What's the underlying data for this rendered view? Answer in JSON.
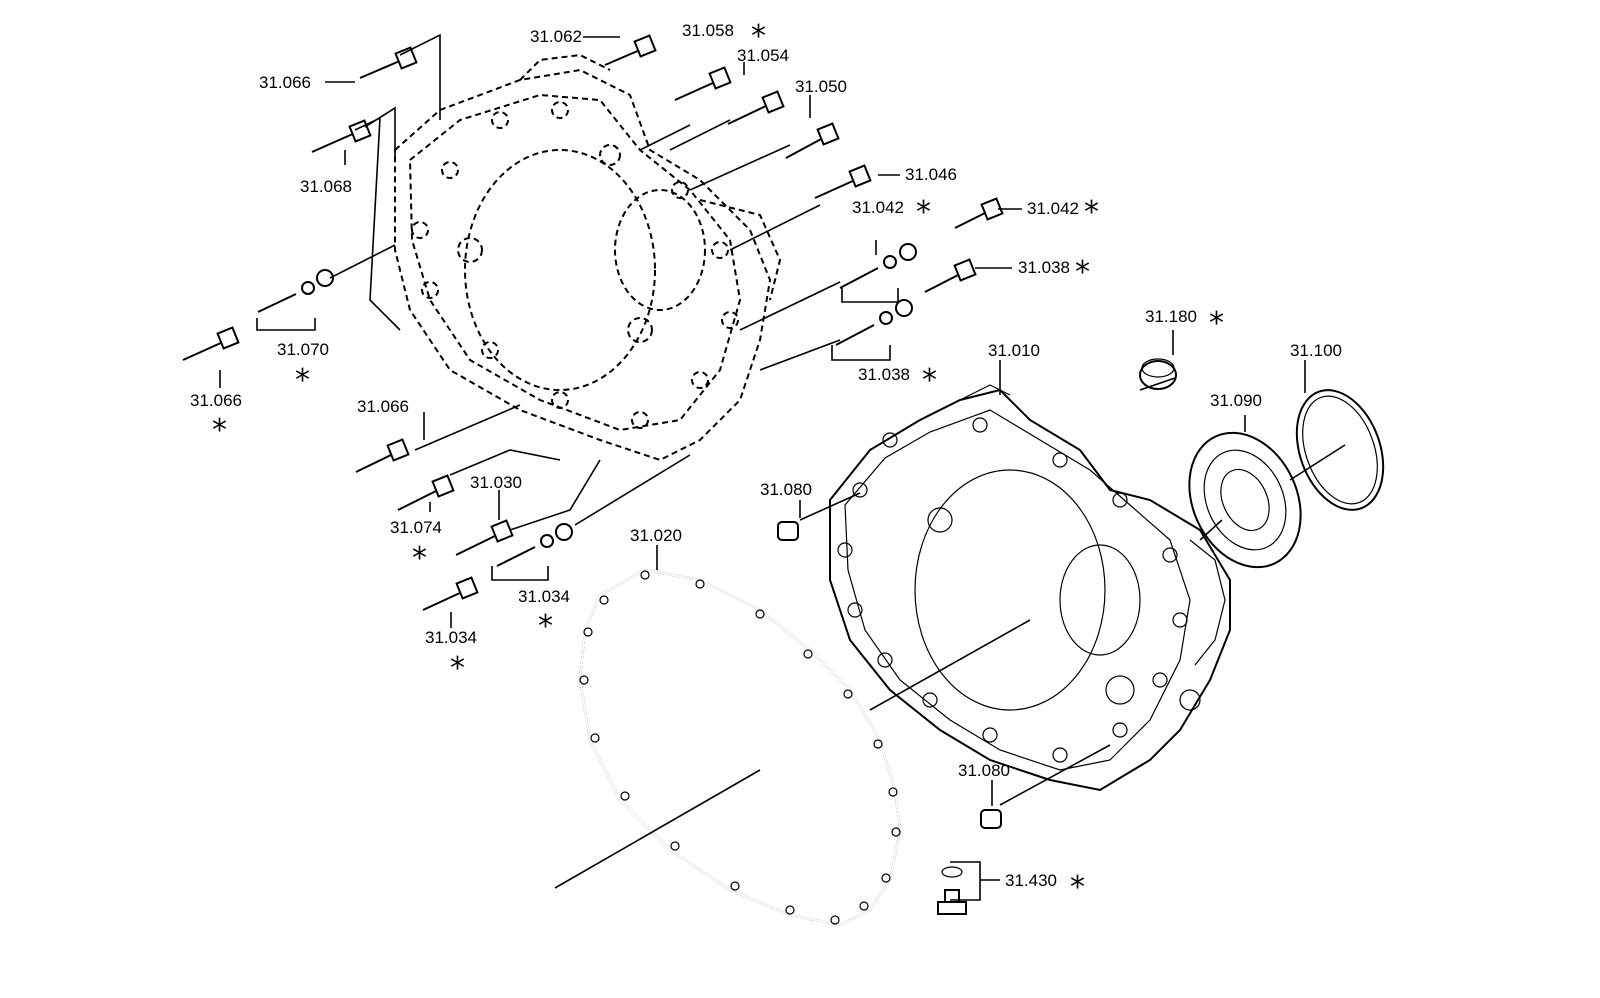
{
  "labels": {
    "l_31_062": "31.062",
    "l_31_058": "31.058",
    "l_31_054": "31.054",
    "l_31_050": "31.050",
    "l_31_046": "31.046",
    "l_31_042a": "31.042",
    "l_31_042b": "31.042",
    "l_31_038a": "31.038",
    "l_31_038b": "31.038",
    "l_31_066a": "31.066",
    "l_31_066b": "31.066",
    "l_31_066c": "31.066",
    "l_31_068": "31.068",
    "l_31_070": "31.070",
    "l_31_074": "31.074",
    "l_31_030": "31.030",
    "l_31_034a": "31.034",
    "l_31_034b": "31.034",
    "l_31_020": "31.020",
    "l_31_010": "31.010",
    "l_31_080a": "31.080",
    "l_31_080b": "31.080",
    "l_31_090": "31.090",
    "l_31_100": "31.100",
    "l_31_180": "31.180",
    "l_31_430": "31.430"
  },
  "marker": "*"
}
